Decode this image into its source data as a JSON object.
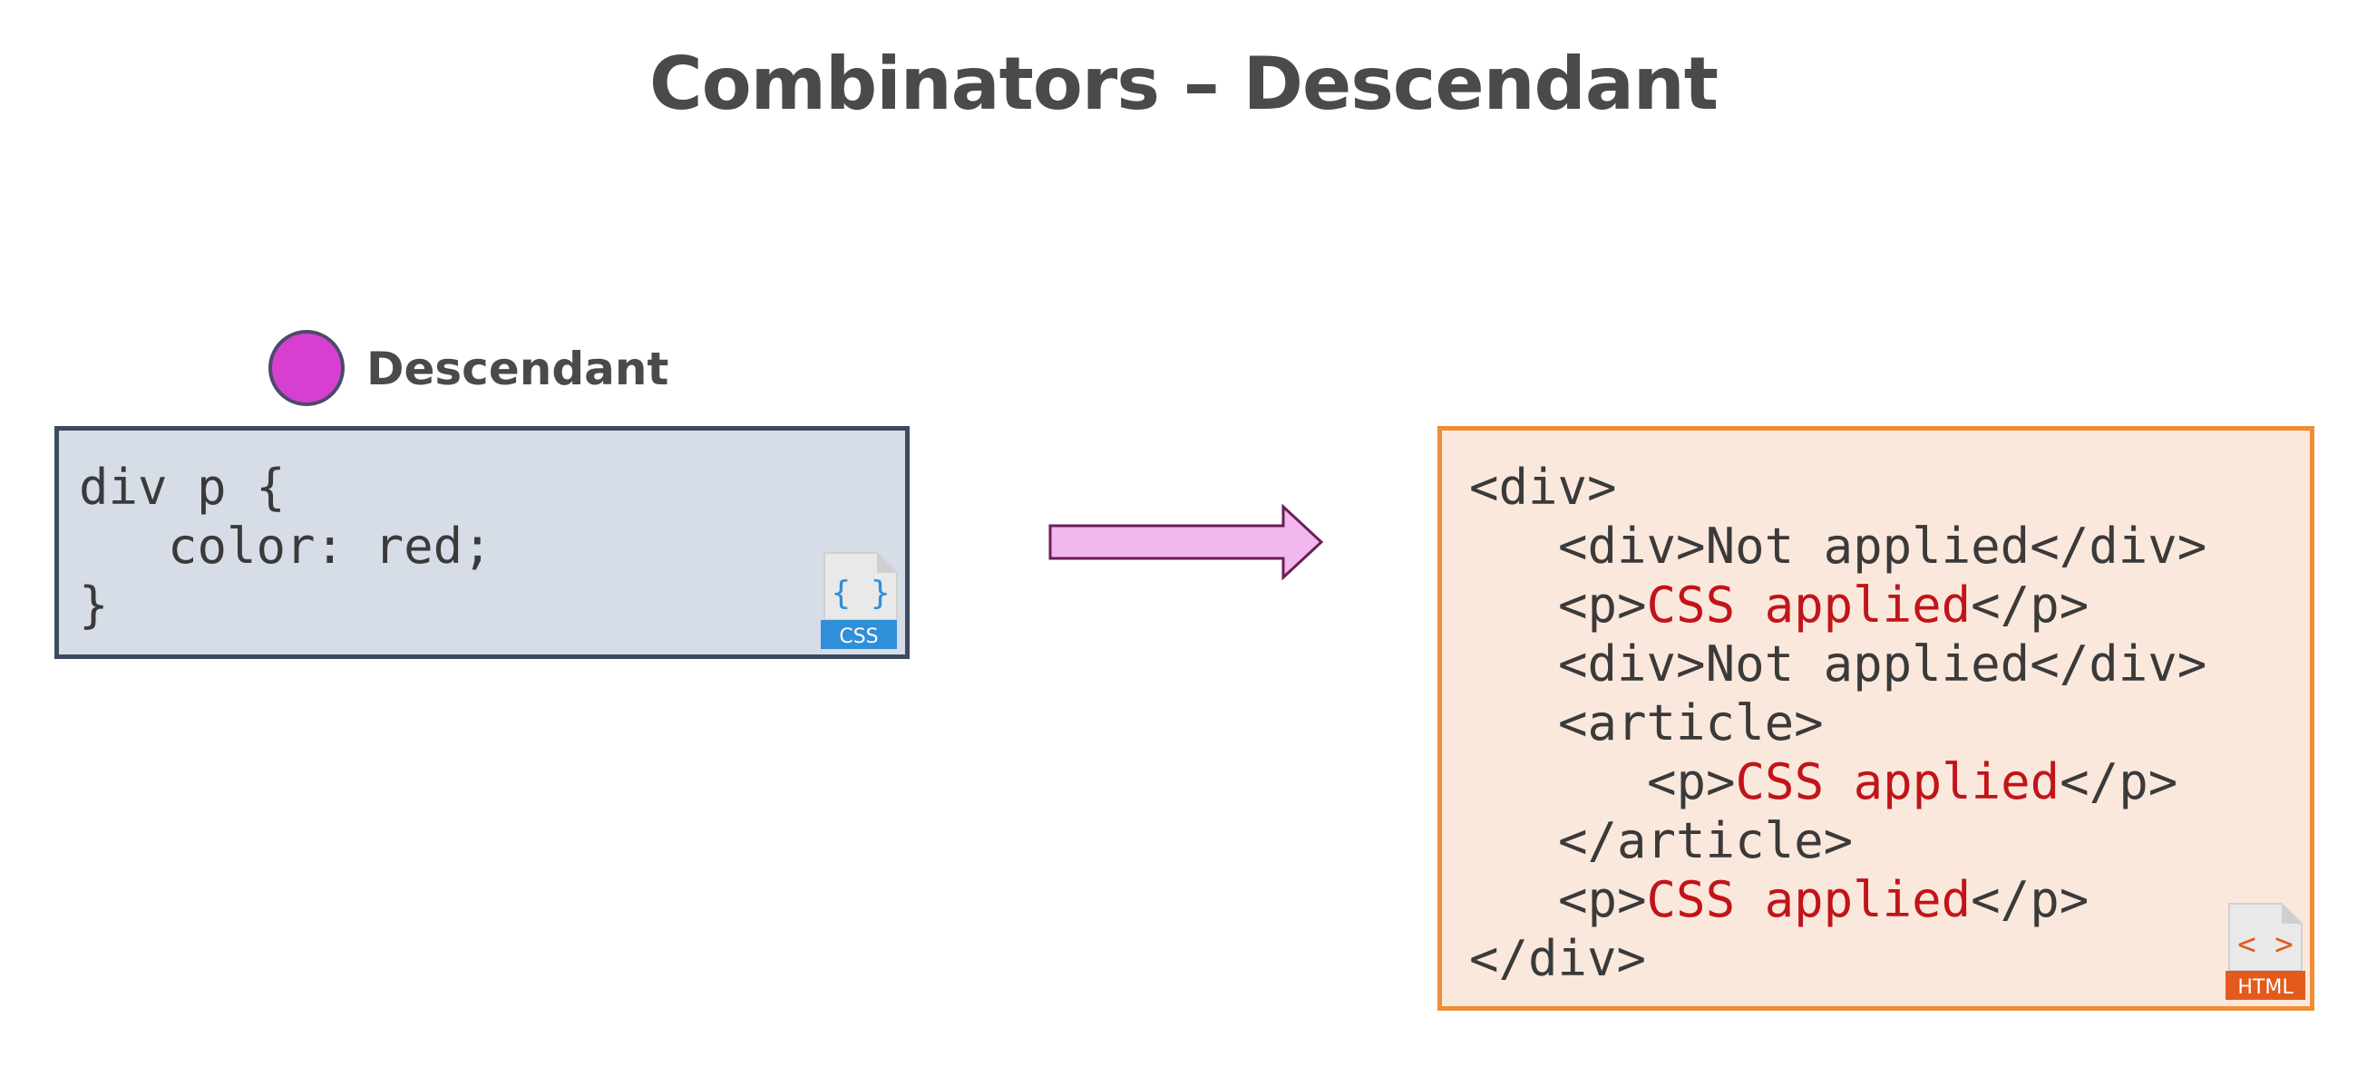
{
  "title": "Combinators – Descendant",
  "marker": {
    "label": "Descendant",
    "color": "#d63fcf"
  },
  "css_code": {
    "lines": [
      "div p {",
      "color: red;",
      "}"
    ],
    "badge": "CSS",
    "icon": "curly-braces-icon"
  },
  "html_code": {
    "open_div": "<div>",
    "lines": [
      {
        "pre": "<div>",
        "mid": "Not applied",
        "post": "</div>"
      },
      {
        "pre": "<p>",
        "mid": "CSS applied",
        "post": "</p>"
      },
      {
        "pre": "<div>",
        "mid": "Not applied",
        "post": "</div>"
      },
      {
        "pre": "<article>",
        "mid": "",
        "post": ""
      },
      {
        "pre": "<p>",
        "mid": "CSS applied",
        "post": "</p>"
      },
      {
        "pre": "</article>",
        "mid": "",
        "post": ""
      },
      {
        "pre": "<p>",
        "mid": "CSS applied",
        "post": "</p>"
      }
    ],
    "close_div": "</div>",
    "badge": "HTML",
    "icon": "angle-brackets-icon"
  },
  "colors": {
    "applied": "#c1141a",
    "css_border": "#3e4a60",
    "html_border": "#ef8d36",
    "arrow_fill": "#f0b8ec"
  }
}
